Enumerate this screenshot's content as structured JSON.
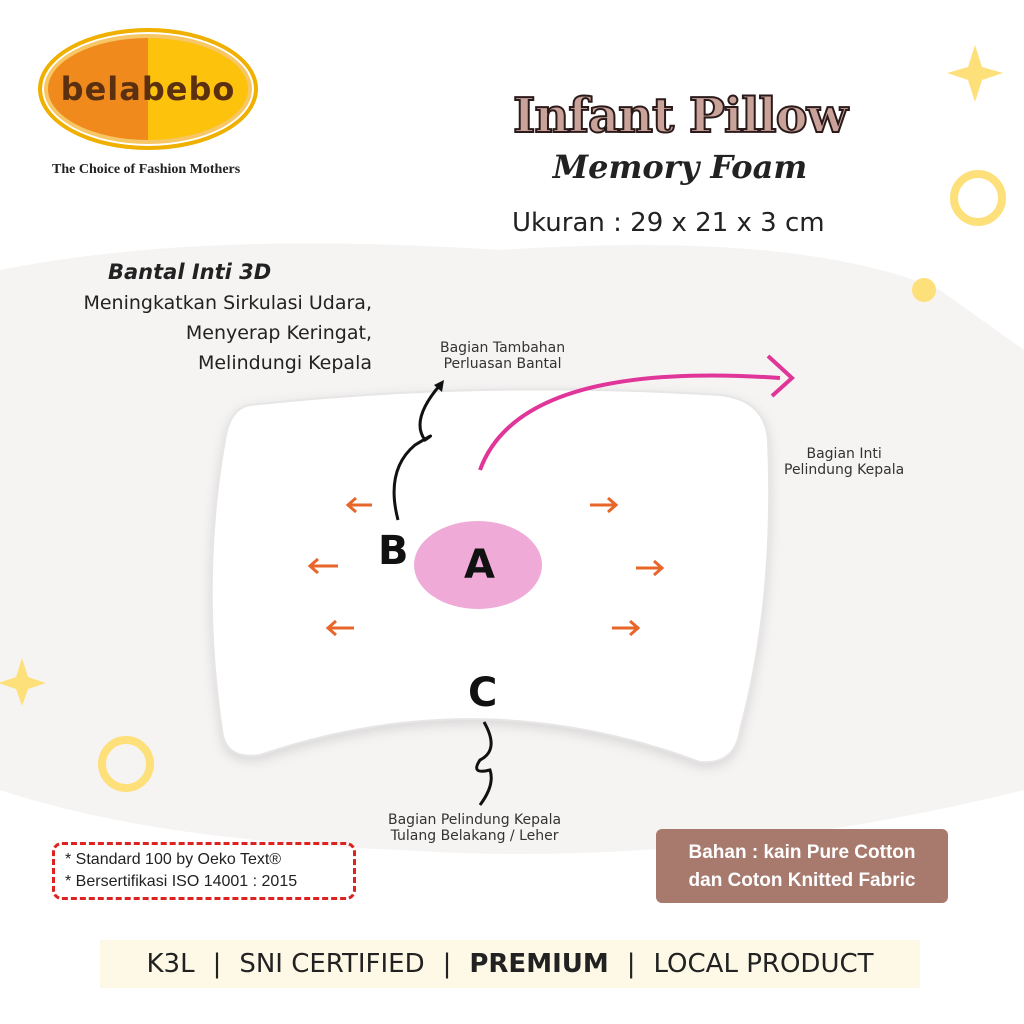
{
  "brand": {
    "name": "belabebo",
    "tagline": "The Choice of Fashion Mothers"
  },
  "product": {
    "title": "Infant Pillow",
    "subtitle": "Memory Foam",
    "size": "Ukuran : 29 x 21 x 3 cm"
  },
  "core": {
    "title": "Bantal Inti 3D",
    "lines": [
      "Meningkatkan Sirkulasi Udara,",
      "Menyerap Keringat,",
      "Melindungi Kepala"
    ]
  },
  "parts": {
    "A": {
      "letter": "A",
      "lines": [
        "Bagian Inti",
        "Pelindung Kepala"
      ]
    },
    "B": {
      "letter": "B",
      "lines": [
        "Bagian Tambahan",
        "Perluasan Bantal"
      ]
    },
    "C": {
      "letter": "C",
      "lines": [
        "Bagian Pelindung Kepala",
        "Tulang Belakang / Leher"
      ]
    }
  },
  "certs": [
    "* Standard 100 by Oeko Text®",
    "* Bersertifikasi ISO 14001 : 2015"
  ],
  "material": [
    "Bahan : kain  Pure Cotton",
    "dan Coton Knitted Fabric"
  ],
  "footer": {
    "items": [
      "K3L",
      "SNI  CERTIFIED",
      "PREMIUM",
      "LOCAL PRODUCT"
    ],
    "separator": "|"
  },
  "colors": {
    "accent_pink": "#f0aad8",
    "arrow_orange": "#e8662a",
    "magenta_arrow": "#e0369a",
    "material_bg": "#a87a6e",
    "cert_border": "#d22222",
    "sparkle": "#fde07a"
  }
}
